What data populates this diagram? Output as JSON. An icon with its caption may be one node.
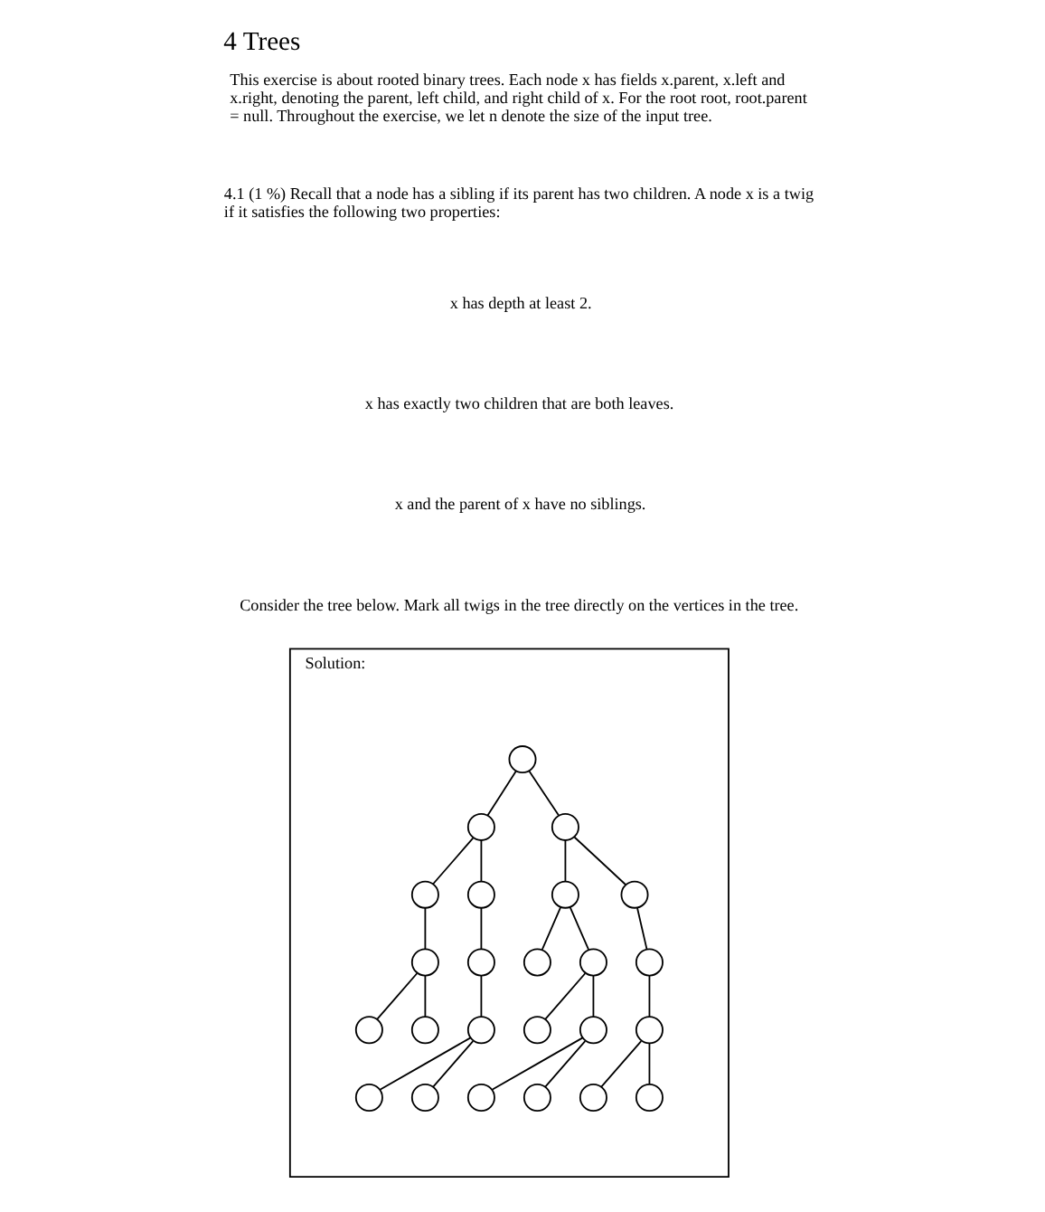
{
  "diagram": {
    "title": "4 Trees",
    "nodes": [
      {
        "text": [
          "Solution:"
        ]
      },
      {
        "text": [],
        "shape": "circle",
        "in": 0
      },
      {
        "text": [],
        "shape": "circle",
        "in": 0
      },
      {
        "text": [],
        "shape": "circle",
        "in": 0
      },
      {
        "text": [],
        "shape": "circle",
        "in": 0
      },
      {
        "text": [],
        "shape": "circle",
        "in": 0
      },
      {
        "text": [],
        "shape": "circle",
        "in": 0
      },
      {
        "text": [],
        "shape": "circle",
        "in": 0
      },
      {
        "text": [],
        "shape": "circle",
        "in": 0
      },
      {
        "text": [],
        "shape": "circle",
        "in": 0
      },
      {
        "text": [],
        "shape": "circle",
        "in": 0
      },
      {
        "text": [],
        "shape": "circle",
        "in": 0
      },
      {
        "text": [],
        "shape": "circle",
        "in": 0
      },
      {
        "text": [],
        "shape": "circle",
        "in": 0
      },
      {
        "text": [],
        "shape": "circle",
        "in": 0
      },
      {
        "text": [],
        "shape": "circle",
        "in": 0
      },
      {
        "text": [],
        "shape": "circle",
        "in": 0
      },
      {
        "text": [],
        "shape": "circle",
        "in": 0
      },
      {
        "text": [],
        "shape": "circle",
        "in": 0
      },
      {
        "text": [],
        "shape": "circle",
        "in": 0
      },
      {
        "text": [],
        "shape": "circle",
        "in": 0
      },
      {
        "text": [],
        "shape": "circle",
        "in": 0
      },
      {
        "text": [],
        "shape": "circle",
        "in": 0
      },
      {
        "text": [],
        "shape": "circle",
        "in": 0
      },
      {
        "text": [],
        "shape": "circle",
        "in": 0
      }
    ],
    "edges": [
      {
        "from": 1,
        "to": 2,
        "arrow": "none"
      },
      {
        "from": 1,
        "to": 3,
        "arrow": "none"
      },
      {
        "from": 2,
        "to": 4,
        "arrow": "none"
      },
      {
        "from": 2,
        "to": 5,
        "arrow": "none"
      },
      {
        "from": 3,
        "to": 6,
        "arrow": "none"
      },
      {
        "from": 3,
        "to": 7,
        "arrow": "none"
      },
      {
        "from": 4,
        "to": 8,
        "arrow": "none"
      },
      {
        "from": 5,
        "to": 9,
        "arrow": "none"
      },
      {
        "from": 6,
        "to": 10,
        "arrow": "none"
      },
      {
        "from": 6,
        "to": 11,
        "arrow": "none"
      },
      {
        "from": 7,
        "to": 12,
        "arrow": "none"
      },
      {
        "from": 8,
        "to": 13,
        "arrow": "none"
      },
      {
        "from": 8,
        "to": 14,
        "arrow": "none"
      },
      {
        "from": 9,
        "to": 15,
        "arrow": "none"
      },
      {
        "from": 11,
        "to": 16,
        "arrow": "none"
      },
      {
        "from": 11,
        "to": 17,
        "arrow": "none"
      },
      {
        "from": 12,
        "to": 18,
        "arrow": "none"
      },
      {
        "from": 15,
        "to": 19,
        "arrow": "none"
      },
      {
        "from": 15,
        "to": 20,
        "arrow": "none"
      },
      {
        "from": 17,
        "to": 21,
        "arrow": "none"
      },
      {
        "from": 17,
        "to": 22,
        "arrow": "none"
      },
      {
        "from": 18,
        "to": 23,
        "arrow": "none"
      },
      {
        "from": 18,
        "to": 24,
        "arrow": "none"
      }
    ],
    "labels": [
      "This exercise is about rooted binary trees. Each node x has fields x.parent, x.left and x.right, denoting the parent, left child, and right child of x. For the root root, root.parent = null. Throughout the exercise, we let n denote the size of the input tree.",
      "4.1 (1 %) Recall that a node has a sibling if its parent has two children. A node x is a twig if it satisfies the following two properties:",
      "x has depth at least 2.",
      "x has exactly two children that are both leaves.",
      "x and the parent of x have no siblings.",
      "Consider the tree below. Mark all twigs in the tree directly on the vertices in the tree."
    ]
  }
}
